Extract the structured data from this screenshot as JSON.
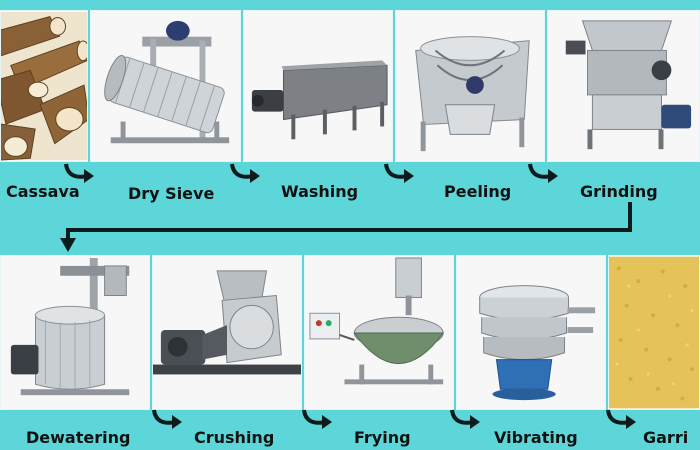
{
  "process": {
    "steps": [
      {
        "label": "Cassava"
      },
      {
        "label": "Dry Sieve"
      },
      {
        "label": "Washing"
      },
      {
        "label": "Peeling"
      },
      {
        "label": "Grinding"
      },
      {
        "label": "Dewatering"
      },
      {
        "label": "Crushing"
      },
      {
        "label": "Frying"
      },
      {
        "label": "Vibrating"
      },
      {
        "label": "Garri"
      }
    ]
  },
  "colors": {
    "background": "#5cd6d9",
    "arrow": "#0d1b1c",
    "steel": "#b9bec2",
    "machine_green": "#6f8e6b",
    "vibrator_blue": "#2f6fb5",
    "garri": "#e5c35a",
    "cassava_skin": "#8a6136",
    "cassava_flesh": "#f3e6c8"
  }
}
